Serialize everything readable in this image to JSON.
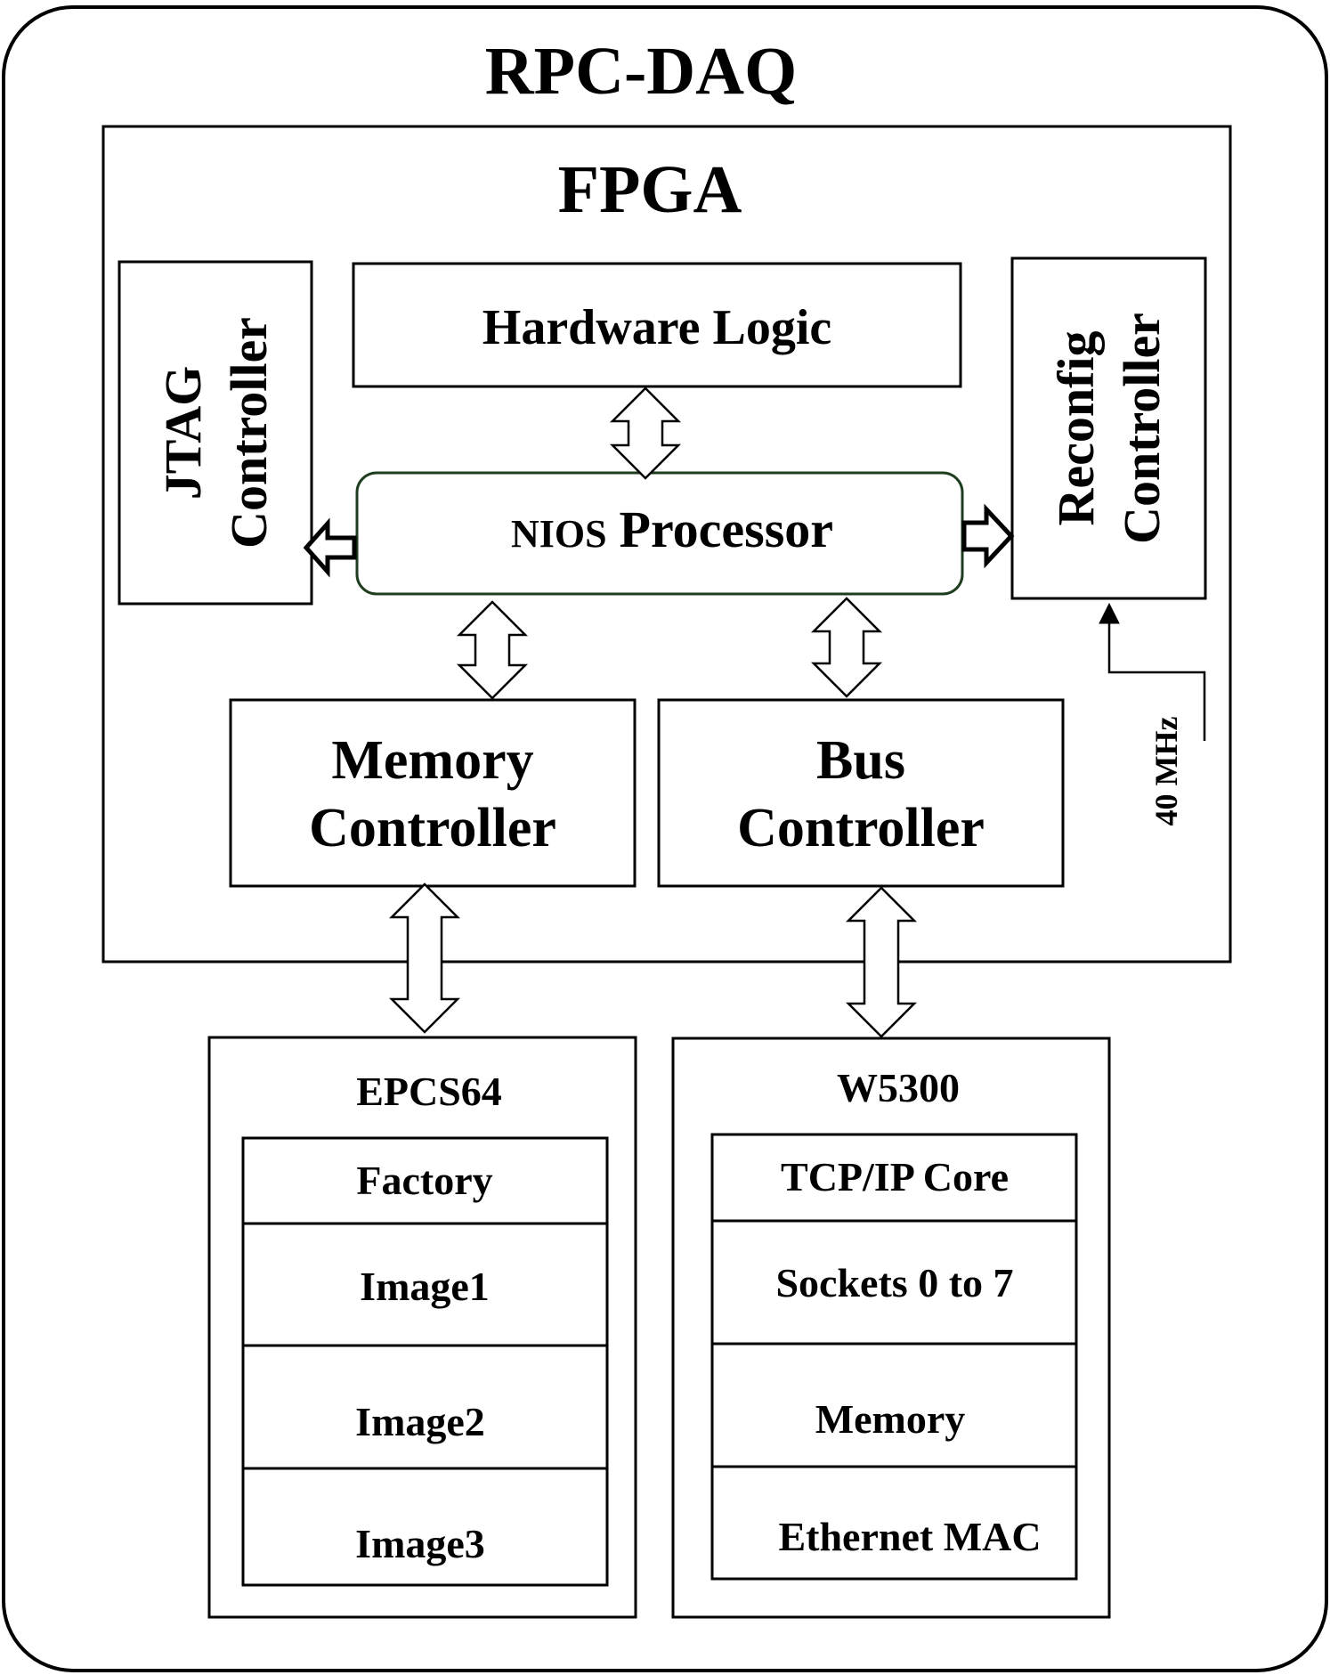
{
  "title": "RPC-DAQ",
  "fpga": {
    "title": "FPGA",
    "hardware_logic": "Hardware Logic",
    "jtag": {
      "line1": "JTAG",
      "line2": "Controller"
    },
    "reconfig": {
      "line1": "Reconfig",
      "line2": "Controller"
    },
    "nios": {
      "prefix": "NIOS",
      "name": "Processor"
    },
    "memory_controller": {
      "line1": "Memory",
      "line2": "Controller"
    },
    "bus_controller": {
      "line1": "Bus",
      "line2": "Controller"
    },
    "clock": "40 MHz"
  },
  "epcs": {
    "title": "EPCS64",
    "rows": [
      "Factory",
      "Image1",
      "Image2",
      "Image3"
    ]
  },
  "w5300": {
    "title": "W5300",
    "rows": [
      "TCP/IP Core",
      "Sockets 0 to 7",
      "Memory",
      "Ethernet MAC"
    ]
  },
  "colors": {
    "nios_border": "#1f3d1f",
    "line": "#000000"
  }
}
